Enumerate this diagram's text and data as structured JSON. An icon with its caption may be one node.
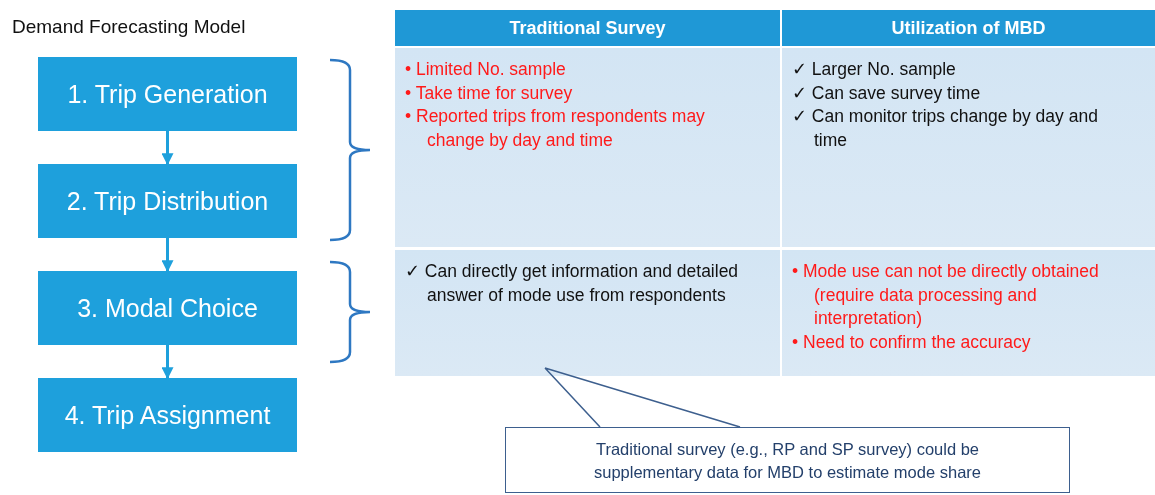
{
  "diagram": {
    "title": "Demand Forecasting Model",
    "nodes": [
      {
        "text": [
          "1. Trip Generation"
        ]
      },
      {
        "text": [
          "2. Trip Distribution"
        ]
      },
      {
        "text": [
          "3. Modal Choice"
        ]
      },
      {
        "text": [
          "4. Trip Assignment"
        ]
      },
      {
        "text": [
          "Traditional Survey"
        ]
      },
      {
        "text": [
          "Utilization of MBD"
        ]
      },
      {
        "text": [
          "• Limited No. sample",
          "• Take time for survey",
          "• Reported trips from respondents may change by day and time"
        ]
      },
      {
        "text": [
          "✓ Larger No. sample",
          "✓ Can save survey time",
          "✓ Can monitor trips change by day and time"
        ]
      },
      {
        "text": [
          "✓ Can directly get information and detailed answer of mode use from respondents"
        ]
      },
      {
        "text": [
          "• Mode use can not be directly obtained (require data processing and interpretation)",
          "• Need to confirm the accuracy"
        ]
      },
      {
        "text": [
          "Traditional survey (e.g., RP and SP survey) could be supplementary data for MBD to estimate mode share"
        ]
      }
    ],
    "edges": [
      {
        "from": 0,
        "to": 1,
        "arrow": "to"
      },
      {
        "from": 1,
        "to": 2,
        "arrow": "to"
      },
      {
        "from": 2,
        "to": 3,
        "arrow": "to"
      },
      {
        "from": 10,
        "to": 8,
        "arrow": "none"
      }
    ]
  }
}
